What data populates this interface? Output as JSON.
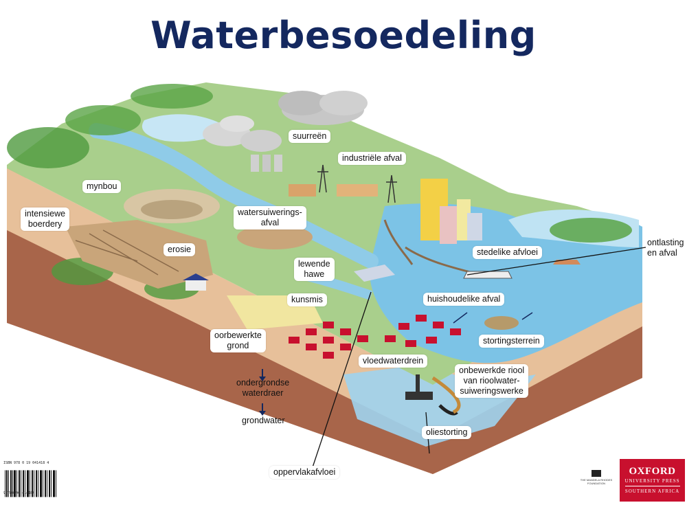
{
  "title": "Waterbesoedeling",
  "labels": {
    "suurreen": "suurreën",
    "industriele_afval": "industriële afval",
    "mynbou": "mynbou",
    "intensiewe_boerdery_1": "intensiewe",
    "intensiewe_boerdery_2": "boerdery",
    "watersuiwerings_1": "watersuiwerings-",
    "watersuiwerings_2": "afval",
    "erosie": "erosie",
    "lewende_hawe_1": "lewende",
    "lewende_hawe_2": "hawe",
    "kunsmis": "kunsmis",
    "stedelike_afvloei": "stedelike afvloei",
    "ontlasting_1": "ontlasting",
    "ontlasting_2": "en afval",
    "huishoudelike_afval": "huishoudelike afval",
    "oorbewerkte_1": "oorbewerkte",
    "oorbewerkte_2": "grond",
    "stortingsterrein": "stortingsterrein",
    "vloedwaterdrein": "vloedwaterdrein",
    "onbewerkde_1": "onbewerkde riool",
    "onbewerkde_2": "van rioolwater-",
    "onbewerkde_3": "suiweringswerke",
    "ondergrondse_1": "ondergrondse",
    "ondergrondse_2": "waterdraer",
    "grondwater": "grondwater",
    "oliestorting": "oliestorting",
    "oppervlakafvloei": "oppervlakafvloei"
  },
  "isbn": "ISBN 978 0 19 041418 4",
  "isbn_number": "9 780190 414184",
  "publisher": {
    "line1": "OXFORD",
    "line2": "UNIVERSITY PRESS",
    "line3": "SOUTHERN AFRICA",
    "color": "#c8102e"
  },
  "foundation": "THE MANDELA RHODES FOUNDATION",
  "colors": {
    "title": "#14285f",
    "water": "#7cc3e6",
    "land": "#a9cf8c",
    "soil": "#d4a27a",
    "bedrock": "#a8654a"
  }
}
